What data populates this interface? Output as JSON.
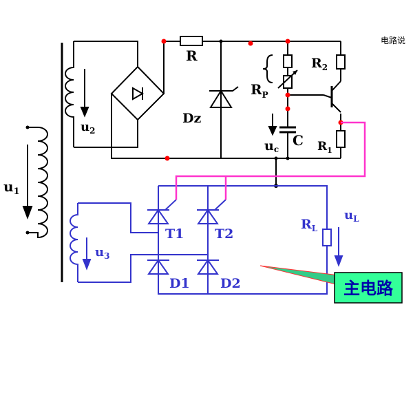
{
  "corner_note": "电路说",
  "labels": {
    "u1": "u",
    "u1_sub": "1",
    "u2": "u",
    "u2_sub": "2",
    "u3": "u",
    "u3_sub": "3",
    "uc": "u",
    "uc_sub": "c",
    "uL": "u",
    "uL_sub": "L",
    "R": "R",
    "R1": "R",
    "R1_sub": "1",
    "R2": "R",
    "R2_sub": "2",
    "RP": "R",
    "RP_sub": "P",
    "RL": "R",
    "RL_sub": "L",
    "Dz": "Dz",
    "C": "C",
    "T1": "T1",
    "T2": "T2",
    "D1": "D1",
    "D2": "D2"
  },
  "callout": {
    "text": "主电路"
  },
  "colors": {
    "control_wire": "#000000",
    "main_wire": "#3333cc",
    "trigger_wire": "#ff33cc",
    "node": "#ff0000",
    "callout_fill": "#33ff99",
    "callout_text": "#0000aa"
  }
}
